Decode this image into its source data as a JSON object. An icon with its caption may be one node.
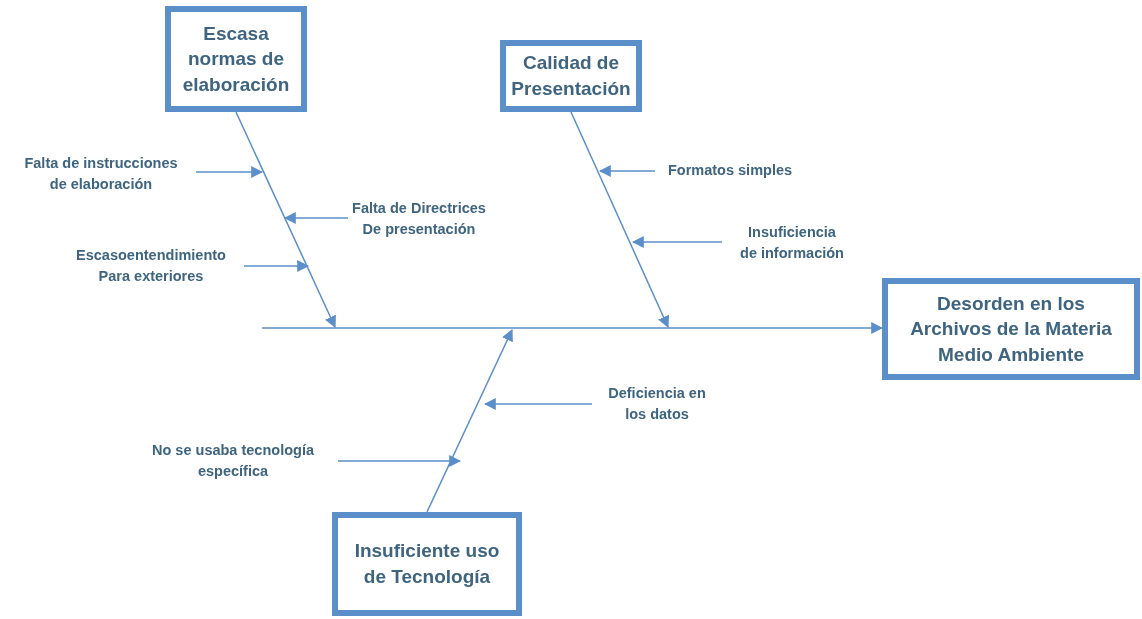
{
  "diagram": {
    "nodes": [
      {
        "text": [
          "Escasa normas de elaboración"
        ]
      },
      {
        "text": [
          "Calidad de Presentación"
        ]
      },
      {
        "text": [
          "Desorden en los Archivos de la Materia Medio Ambiente"
        ]
      },
      {
        "text": [
          "Insuficiente uso de Tecnología"
        ]
      },
      {
        "text": [
          "Falta de instrucciones de elaboración"
        ]
      },
      {
        "text": [
          "Falta de Directrices De presentación"
        ]
      },
      {
        "text": [
          "Escasoentendimiento Para exteriores"
        ]
      },
      {
        "text": [
          "Formatos simples"
        ]
      },
      {
        "text": [
          "Insuficiencia de información"
        ]
      },
      {
        "text": [
          "Deficiencia en los datos"
        ]
      },
      {
        "text": [
          "No se usaba tecnología específica"
        ]
      }
    ],
    "edges": [
      {
        "from": 0,
        "to": null,
        "arrow": "to"
      },
      {
        "from": 1,
        "to": null,
        "arrow": "to"
      },
      {
        "from": 3,
        "to": null,
        "arrow": "to"
      },
      {
        "from": null,
        "to": 2,
        "arrow": "to"
      },
      {
        "from": 4,
        "to": null,
        "arrow": "to"
      },
      {
        "from": 5,
        "to": null,
        "arrow": "to"
      },
      {
        "from": 6,
        "to": null,
        "arrow": "to"
      },
      {
        "from": 7,
        "to": null,
        "arrow": "to"
      },
      {
        "from": 8,
        "to": null,
        "arrow": "to"
      },
      {
        "from": 9,
        "to": null,
        "arrow": "to"
      },
      {
        "from": 10,
        "to": null,
        "arrow": "to"
      }
    ]
  }
}
